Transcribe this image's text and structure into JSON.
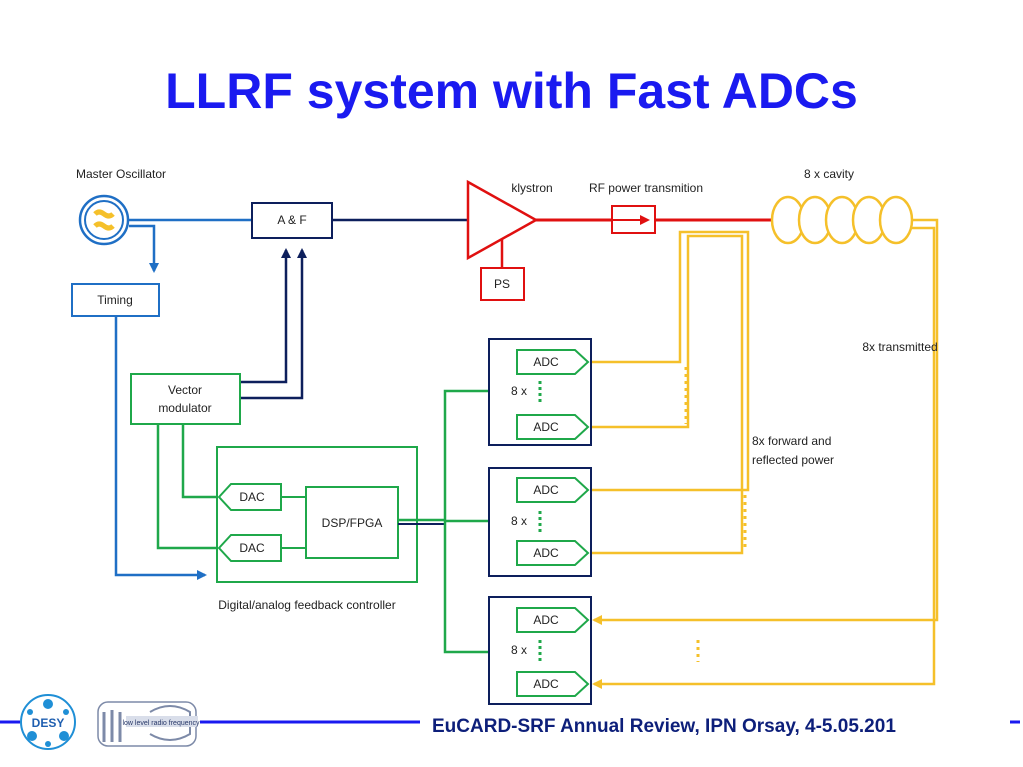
{
  "title": "LLRF system with Fast ADCs",
  "labels": {
    "master_oscillator": "Master Oscillator",
    "timing": "Timing",
    "af": "A & F",
    "klystron": "klystron",
    "rf_power": "RF power transmition",
    "cavity": "8 x cavity",
    "ps": "PS",
    "transmitted": "8x transmitted",
    "forward_line1": "8x forward and",
    "forward_line2": "reflected power",
    "vector_line1": "Vector",
    "vector_line2": "modulator",
    "dac": "DAC",
    "dsp": "DSP/FPGA",
    "controller": "Digital/analog feedback controller",
    "adc": "ADC",
    "eightx": "8 x"
  },
  "footer": {
    "desy": "DESY",
    "llrf_tagline": "low level radio frequency",
    "text": "EuCARD-SRF Annual Review, IPN Orsay, 4-5.05.201"
  },
  "colors": {
    "title": "#1a1af0",
    "navy": "#0d1f5c",
    "blue": "#1f6fc5",
    "green": "#1fa84a",
    "gold": "#f5c02a",
    "red": "#e01010"
  }
}
